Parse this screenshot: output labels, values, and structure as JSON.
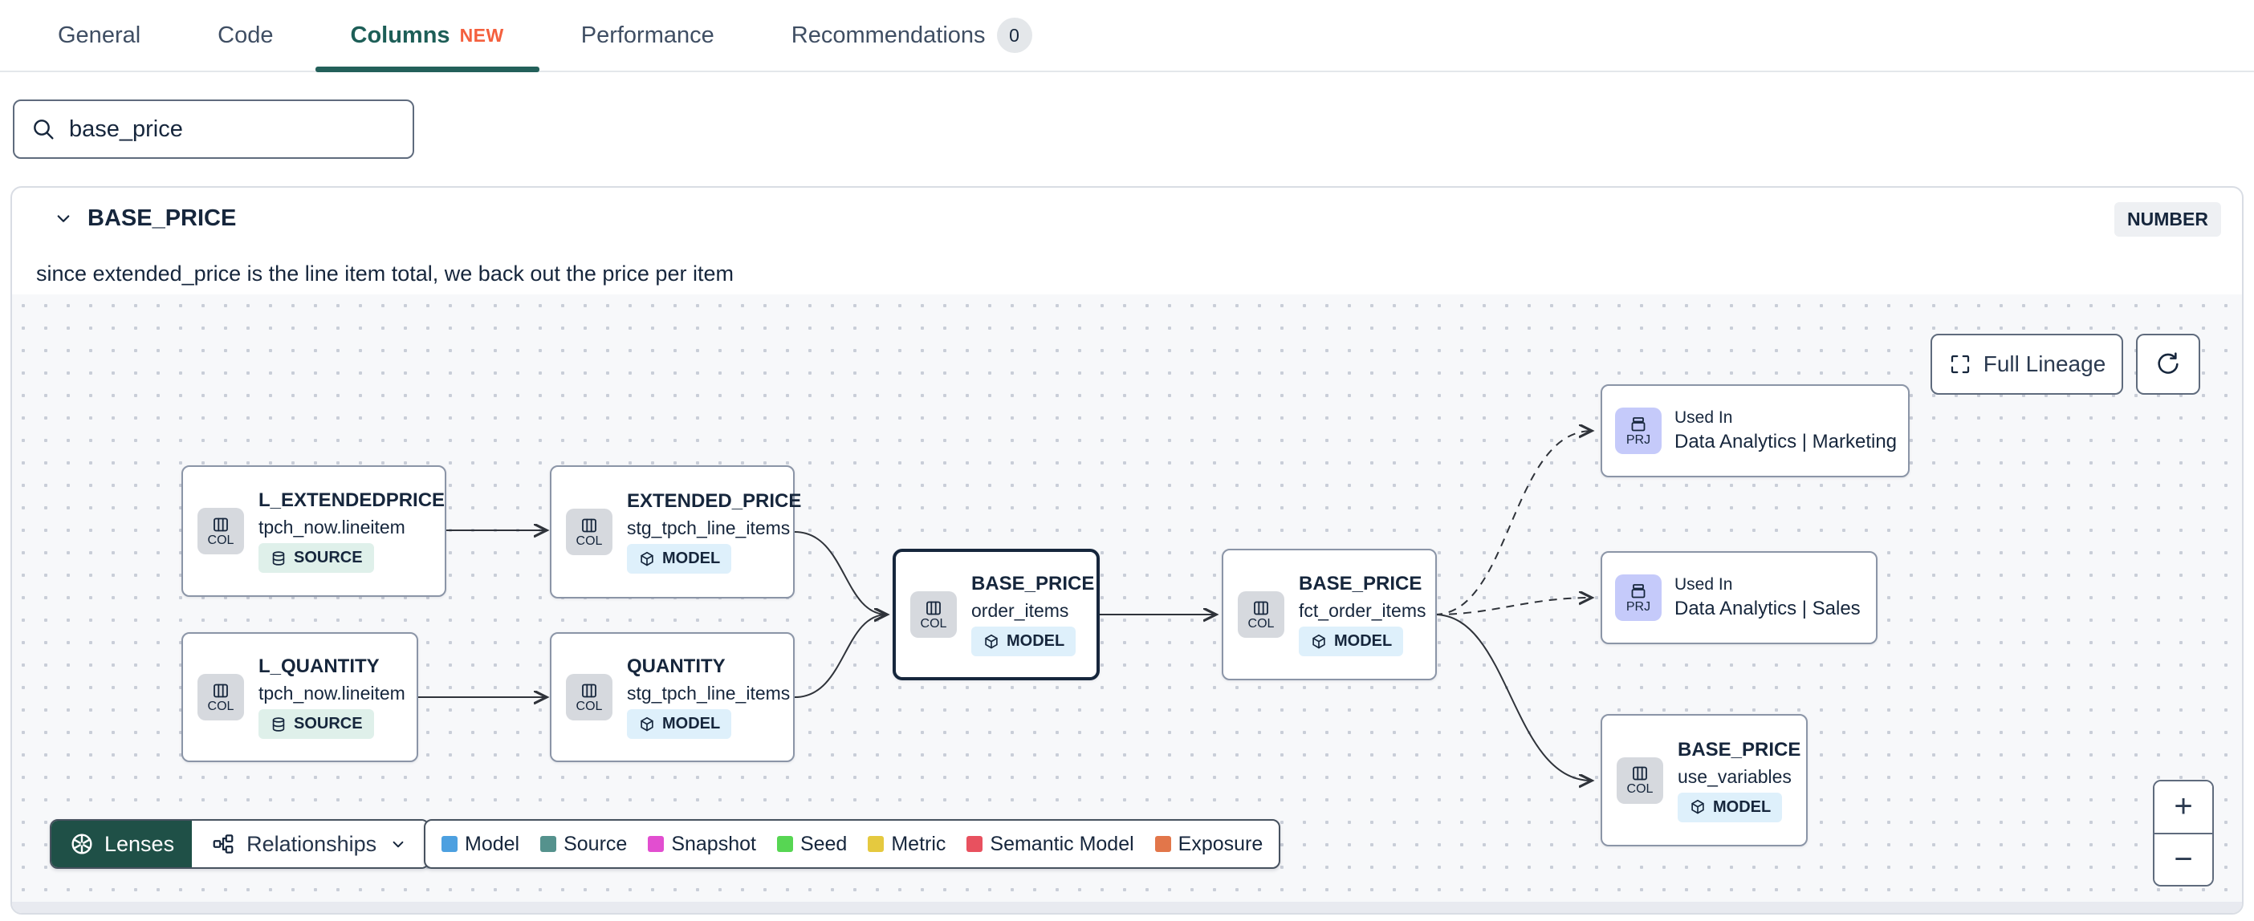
{
  "tabs": {
    "items": [
      {
        "label": "General"
      },
      {
        "label": "Code"
      },
      {
        "label": "Columns",
        "badge": "NEW"
      },
      {
        "label": "Performance"
      },
      {
        "label": "Recommendations",
        "count": "0"
      }
    ]
  },
  "search": {
    "value": "base_price"
  },
  "column": {
    "name": "BASE_PRICE",
    "type": "NUMBER",
    "description": "since extended_price is the line item total, we back out the price per item"
  },
  "lineage": {
    "controls": {
      "full_lineage": "Full Lineage",
      "zoom_in": "+",
      "zoom_out": "−"
    },
    "toolbar": {
      "lenses": "Lenses",
      "relationships": "Relationships"
    },
    "legend": [
      {
        "label": "Model",
        "color": "#4da0e0"
      },
      {
        "label": "Source",
        "color": "#55928d"
      },
      {
        "label": "Snapshot",
        "color": "#e24ed0"
      },
      {
        "label": "Seed",
        "color": "#57d653"
      },
      {
        "label": "Metric",
        "color": "#e5c93f"
      },
      {
        "label": "Semantic Model",
        "color": "#e8515f"
      },
      {
        "label": "Exposure",
        "color": "#e2764a"
      }
    ],
    "nodes": [
      {
        "icon_label": "COL",
        "title": "L_EXTENDEDPRICE",
        "subtitle": "tpch_now.lineitem",
        "badge": "SOURCE"
      },
      {
        "icon_label": "COL",
        "title": "EXTENDED_PRICE",
        "subtitle": "stg_tpch_line_items",
        "badge": "MODEL"
      },
      {
        "icon_label": "COL",
        "title": "L_QUANTITY",
        "subtitle": "tpch_now.lineitem",
        "badge": "SOURCE"
      },
      {
        "icon_label": "COL",
        "title": "QUANTITY",
        "subtitle": "stg_tpch_line_items",
        "badge": "MODEL"
      },
      {
        "icon_label": "COL",
        "title": "BASE_PRICE",
        "subtitle": "order_items",
        "badge": "MODEL"
      },
      {
        "icon_label": "COL",
        "title": "BASE_PRICE",
        "subtitle": "fct_order_items",
        "badge": "MODEL"
      },
      {
        "icon_label": "PRJ",
        "kicker": "Used In",
        "title": "Data Analytics | Marketing"
      },
      {
        "icon_label": "PRJ",
        "kicker": "Used In",
        "title": "Data Analytics | Sales"
      },
      {
        "icon_label": "COL",
        "title": "BASE_PRICE",
        "subtitle": "use_variables",
        "badge": "MODEL"
      }
    ]
  }
}
